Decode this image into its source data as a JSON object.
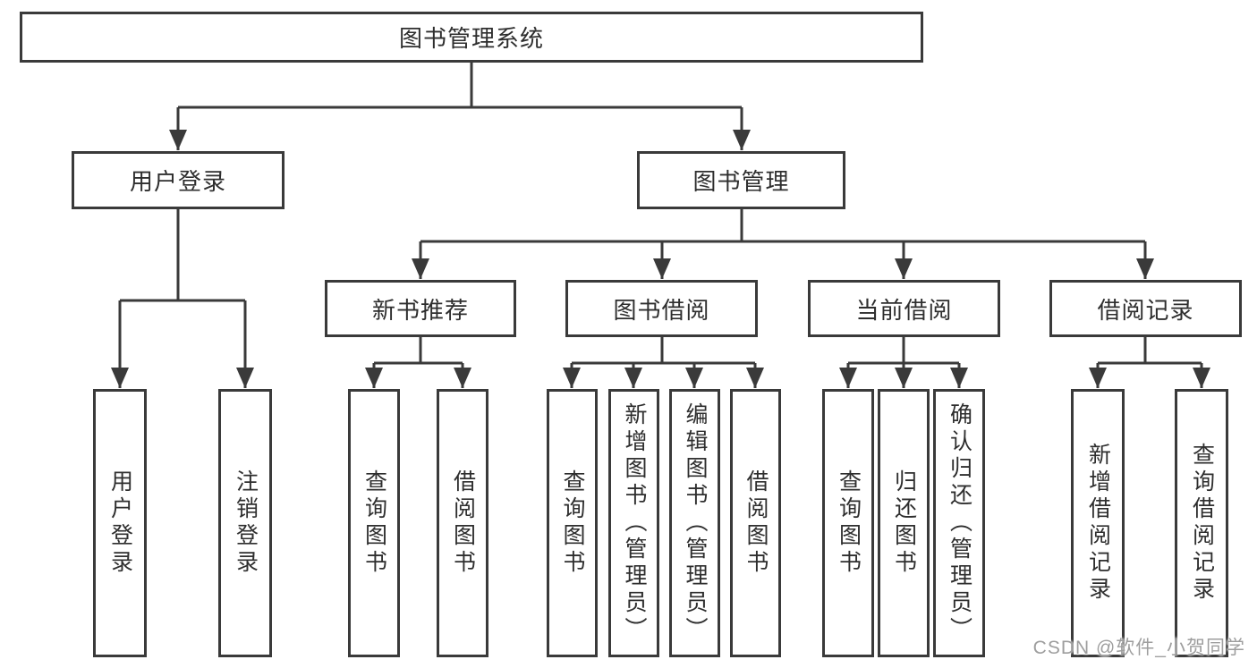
{
  "tree": {
    "root": "图书管理系统",
    "branches": [
      {
        "label": "用户登录",
        "children": [
          "用户登录",
          "注销登录"
        ]
      },
      {
        "label": "图书管理",
        "groups": [
          {
            "label": "新书推荐",
            "children": [
              "查询图书",
              "借阅图书"
            ]
          },
          {
            "label": "图书借阅",
            "children": [
              "查询图书",
              "新增图书（管理员）",
              "编辑图书（管理员）",
              "借阅图书"
            ]
          },
          {
            "label": "当前借阅",
            "children": [
              "查询图书",
              "归还图书",
              "确认归还（管理员）"
            ]
          },
          {
            "label": "借阅记录",
            "children": [
              "新增借阅记录",
              "查询借阅记录"
            ]
          }
        ]
      }
    ]
  },
  "watermark": "CSDN @软件_小贺同学",
  "colors": {
    "line": "#3a3a3a",
    "box_border": "#3a3a3a",
    "text": "#2e2e2e",
    "watermark": "#9e9e9e",
    "background": "#ffffff"
  }
}
